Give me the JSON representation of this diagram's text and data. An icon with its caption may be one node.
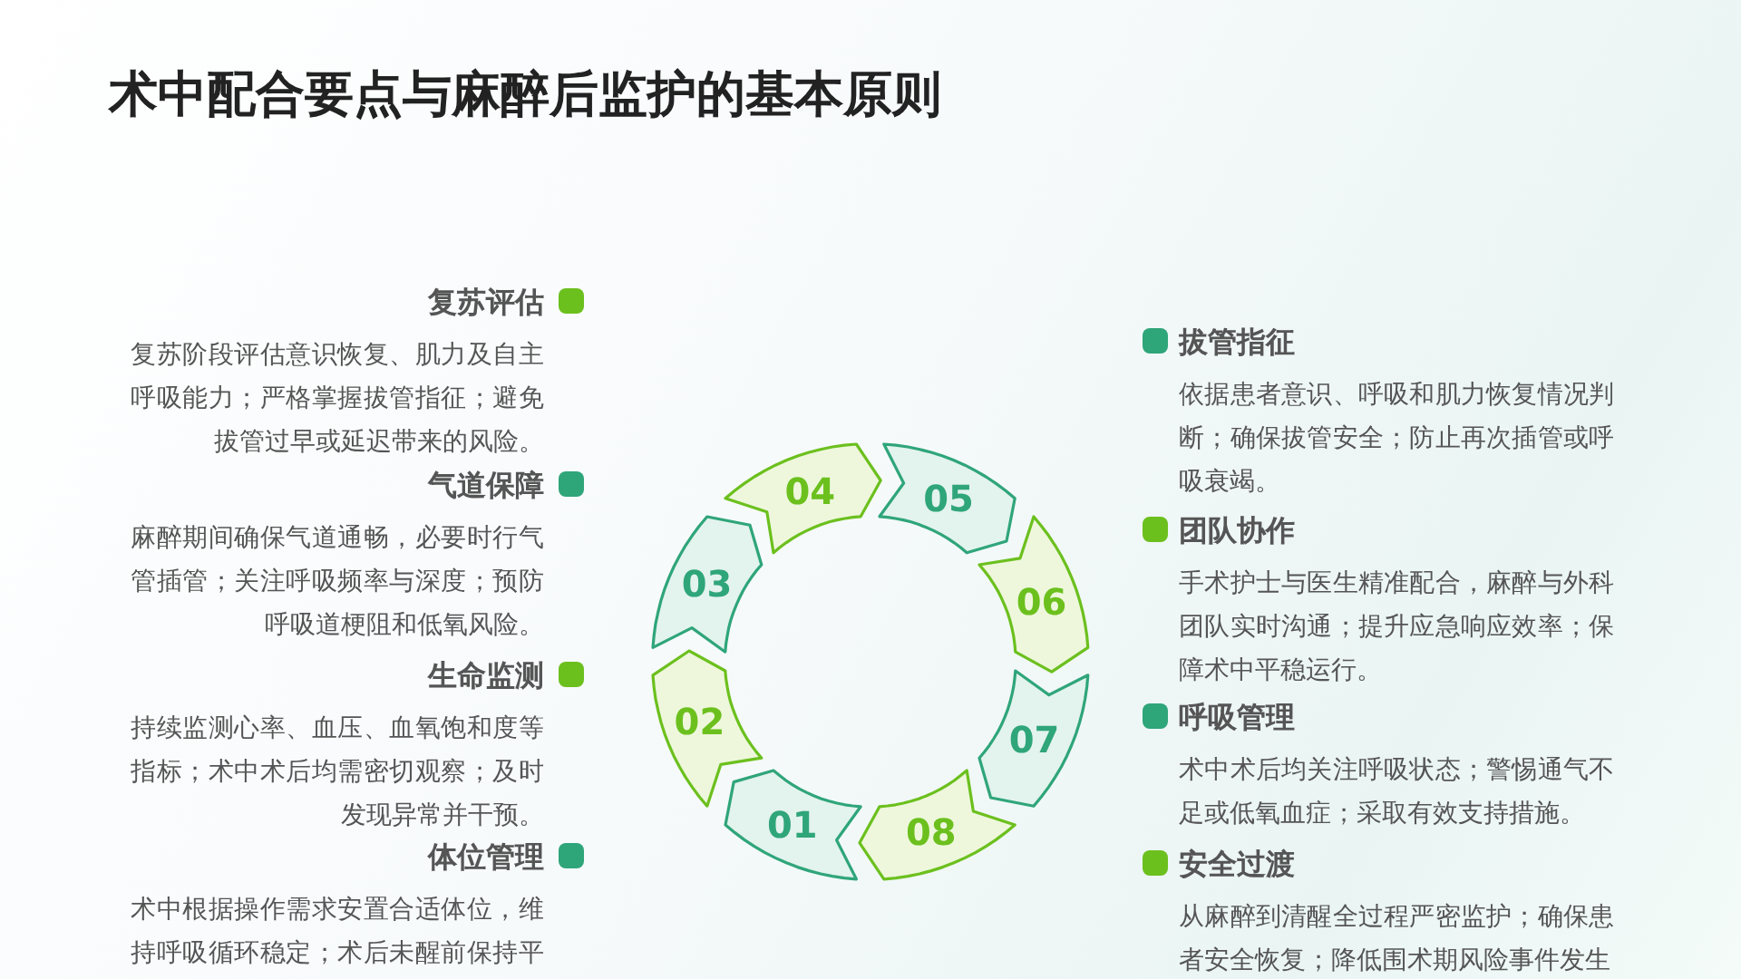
{
  "diagram": {
    "title": "术中配合要点与麻醉后监护的基本原则",
    "nodes": [
      {
        "text": [
          "复苏评估",
          "复苏阶段评估意识恢复、肌力及自主呼吸能力；严格掌握拔管指征；避免拔管过早或延迟带来的风险。"
        ]
      },
      {
        "text": [
          "气道保障",
          "麻醉期间确保气道通畅，必要时行气管插管；关注呼吸频率与深度；预防呼吸道梗阻和低氧风险。"
        ]
      },
      {
        "text": [
          "生命监测",
          "持续监测心率、血压、血氧饱和度等指标；术中术后均需密切观察；及时发现异常并干预。"
        ]
      },
      {
        "text": [
          "体位管理",
          "术中根据操作需求安置合适体位，维持呼吸循环稳定；术后未醒前保持平卧、"
        ]
      },
      {
        "text": [
          "01"
        ]
      },
      {
        "text": [
          "02"
        ]
      },
      {
        "text": [
          "03"
        ]
      },
      {
        "text": [
          "04"
        ]
      },
      {
        "text": [
          "05"
        ]
      },
      {
        "text": [
          "06"
        ]
      },
      {
        "text": [
          "07"
        ]
      },
      {
        "text": [
          "08"
        ]
      },
      {
        "text": [
          "拔管指征",
          "依据患者意识、呼吸和肌力恢复情况判断；确保拔管安全；防止再次插管或呼吸衰竭。"
        ]
      },
      {
        "text": [
          "团队协作",
          "手术护士与医生精准配合，麻醉与外科团队实时沟通；提升应急响应效率；保障术中平稳运行。"
        ]
      },
      {
        "text": [
          "呼吸管理",
          "术中术后均关注呼吸状态；警惕通气不足或低氧血症；采取有效支持措施。"
        ]
      },
      {
        "text": [
          "安全过渡",
          "从麻醉到清醒全过程严密监护；确保患者安全恢复；降低围术期风险事件发生"
        ]
      }
    ]
  }
}
